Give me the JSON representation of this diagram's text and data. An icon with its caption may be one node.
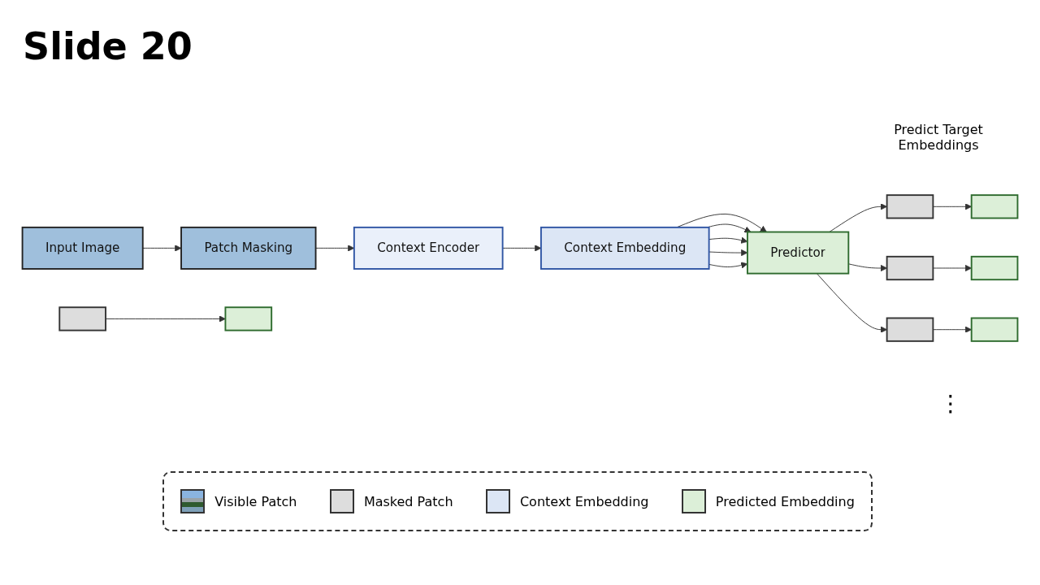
{
  "diagram": {
    "title": "Slide 20",
    "nodes": [
      {
        "text": [
          "Input Image"
        ]
      },
      {
        "text": [
          "Patch Masking"
        ]
      },
      {
        "text": [
          "Context Encoder"
        ]
      },
      {
        "text": [
          "Context Embedding"
        ]
      },
      {
        "text": [
          "Predictor"
        ]
      },
      {
        "text": [],
        "shape": "box"
      },
      {
        "text": [],
        "shape": "box"
      },
      {
        "text": [],
        "shape": "box"
      },
      {
        "text": [],
        "shape": "box"
      },
      {
        "text": [],
        "shape": "box"
      },
      {
        "text": [],
        "shape": "box"
      },
      {
        "text": [],
        "shape": "box"
      },
      {
        "text": [],
        "shape": "box"
      }
    ],
    "edges": [
      {
        "from": 0,
        "to": 1,
        "arrow": "to"
      },
      {
        "from": 1,
        "to": 2,
        "arrow": "to"
      },
      {
        "from": 2,
        "to": 3,
        "arrow": "to"
      },
      {
        "from": 3,
        "to": 4,
        "arrow": "to"
      },
      {
        "from": 3,
        "to": 4,
        "arrow": "to"
      },
      {
        "from": 3,
        "to": 4,
        "arrow": "to"
      },
      {
        "from": 3,
        "to": 4,
        "arrow": "to"
      },
      {
        "from": 3,
        "to": 4,
        "arrow": "to"
      },
      {
        "from": 4,
        "to": 5,
        "arrow": "to"
      },
      {
        "from": 4,
        "to": 7,
        "arrow": "to"
      },
      {
        "from": 4,
        "to": 9,
        "arrow": "to"
      },
      {
        "from": 5,
        "to": 6,
        "arrow": "to"
      },
      {
        "from": 7,
        "to": 8,
        "arrow": "to"
      },
      {
        "from": 9,
        "to": 10,
        "arrow": "to"
      },
      {
        "from": 11,
        "to": 12,
        "arrow": "to"
      }
    ],
    "labels": [
      "Predict Target Embeddings",
      "⋮"
    ],
    "legend": [
      {
        "text": "Visible Patch"
      },
      {
        "text": "Masked Patch",
        "color": "#dddddd"
      },
      {
        "text": "Context Embedding",
        "color": "#dce6f5"
      },
      {
        "text": "Predicted Embedding",
        "color": "#dcefd8"
      }
    ]
  }
}
